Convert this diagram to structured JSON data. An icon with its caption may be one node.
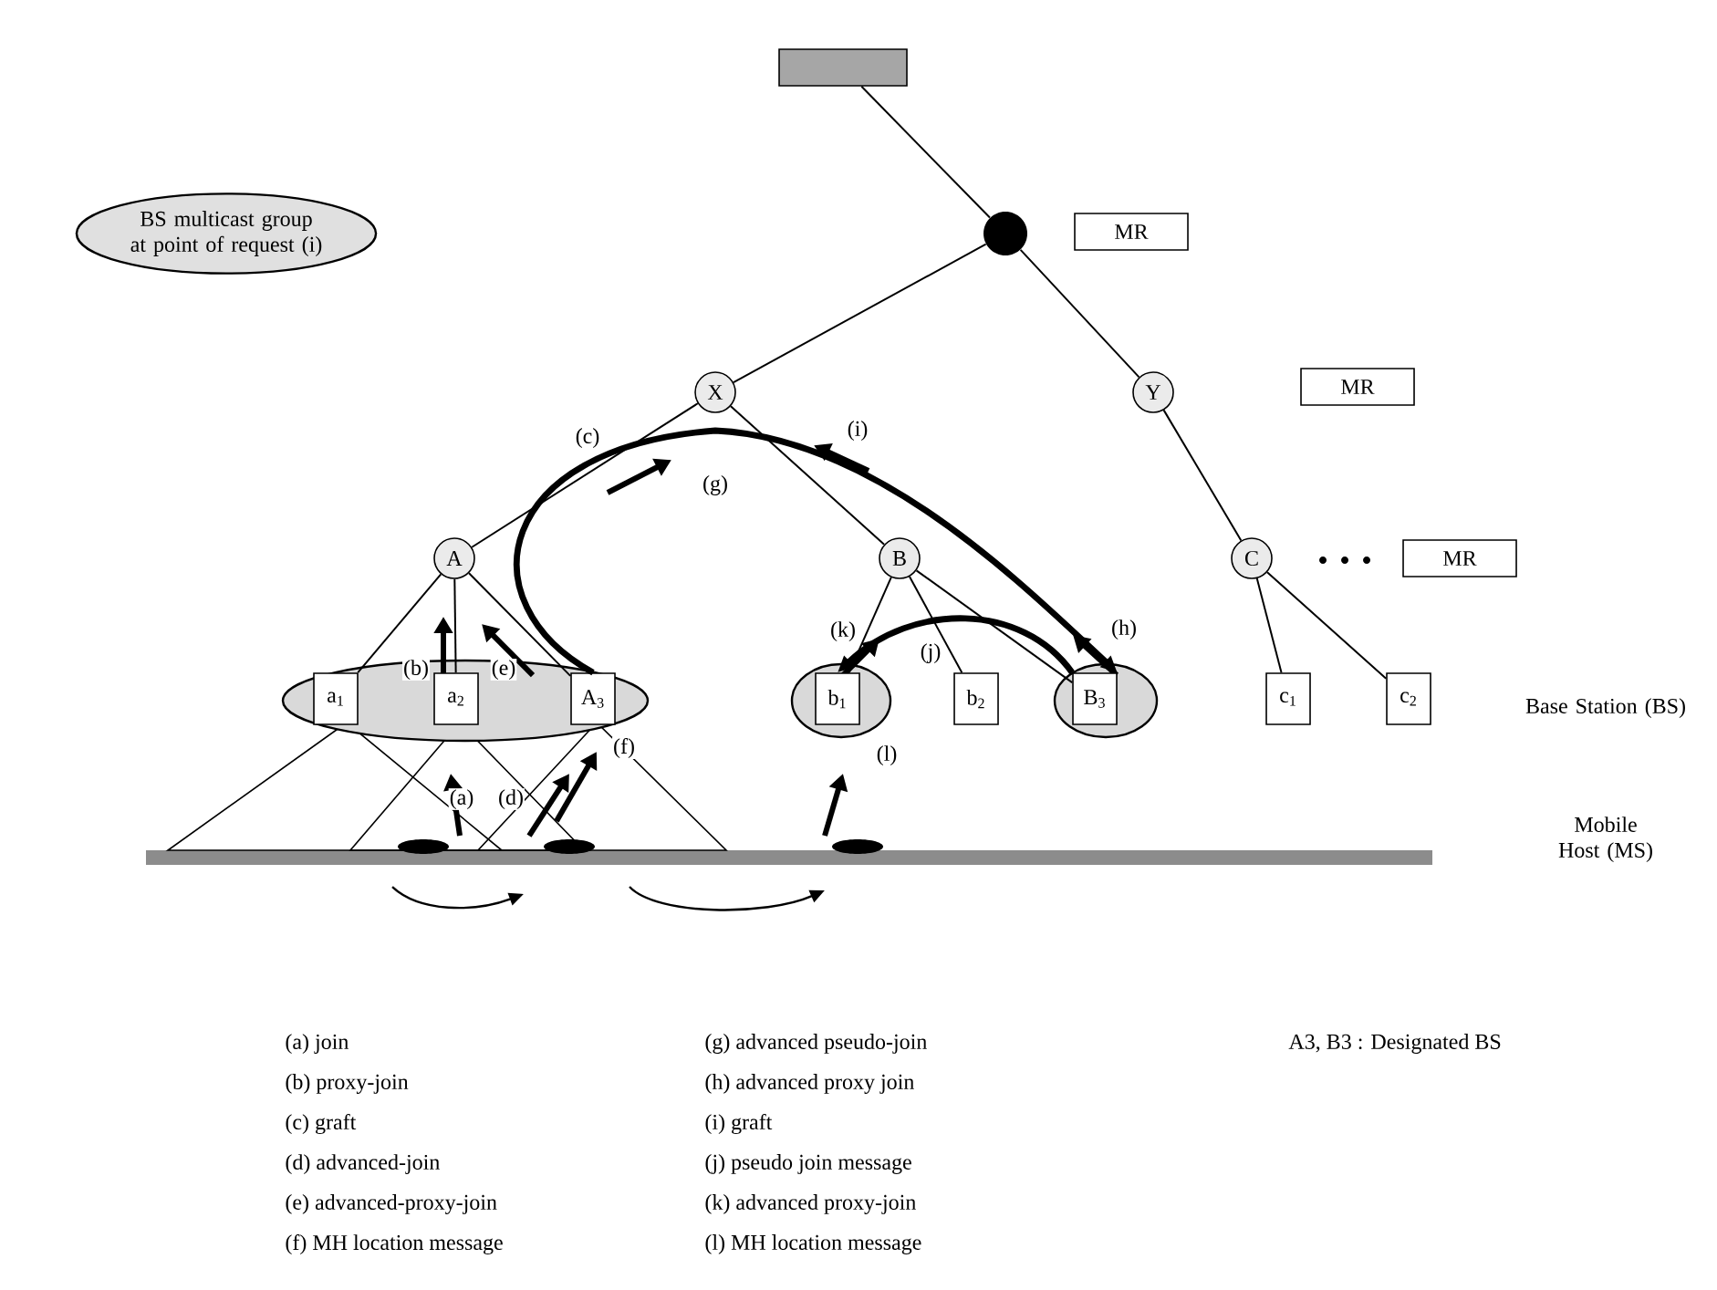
{
  "diagram": {
    "nodes": [
      {
        "text": [],
        "shape": "box"
      },
      {
        "text": [
          "BS multicast group at point of request (i)"
        ]
      },
      {
        "text": [],
        "shape": "circle"
      },
      {
        "text": [
          "MR"
        ]
      },
      {
        "text": [
          "X"
        ]
      },
      {
        "text": [
          "Y"
        ]
      },
      {
        "text": [
          "MR"
        ]
      },
      {
        "text": [
          "A"
        ]
      },
      {
        "text": [
          "B"
        ]
      },
      {
        "text": [
          "C"
        ]
      },
      {
        "text": [
          "MR"
        ]
      },
      {
        "text": [
          "a$_{1}$"
        ]
      },
      {
        "text": [
          "a$_{2}$"
        ]
      },
      {
        "text": [
          "A$_{3}$"
        ]
      },
      {
        "text": [
          "b$_{1}$"
        ]
      },
      {
        "text": [
          "b$_{2}$"
        ]
      },
      {
        "text": [
          "B$_{3}$"
        ]
      },
      {
        "text": [
          "c$_{1}$"
        ]
      },
      {
        "text": [
          "c$_{2}$"
        ]
      }
    ],
    "edges": [
      {
        "from": 0,
        "to": 2,
        "arrow": "none"
      },
      {
        "from": 2,
        "to": 4,
        "arrow": "none"
      },
      {
        "from": 2,
        "to": 5,
        "arrow": "none"
      },
      {
        "from": 4,
        "to": 7,
        "arrow": "none"
      },
      {
        "from": 4,
        "to": 8,
        "arrow": "none"
      },
      {
        "from": 5,
        "to": 9,
        "arrow": "none"
      },
      {
        "from": 7,
        "to": 11,
        "arrow": "none"
      },
      {
        "from": 7,
        "to": 12,
        "arrow": "none"
      },
      {
        "from": 7,
        "to": 13,
        "arrow": "none"
      },
      {
        "from": 8,
        "to": 14,
        "arrow": "none"
      },
      {
        "from": 8,
        "to": 15,
        "arrow": "none"
      },
      {
        "from": 8,
        "to": 16,
        "arrow": "none"
      },
      {
        "from": 9,
        "to": 17,
        "arrow": "none"
      },
      {
        "from": 9,
        "to": 18,
        "arrow": "none"
      },
      {
        "from": 13,
        "to": 16,
        "arrow": "to",
        "label": "(g)",
        "style": "thick"
      },
      {
        "from": 16,
        "to": 14,
        "arrow": "to",
        "label": "(j)",
        "style": "thick"
      }
    ],
    "labels": [
      "(c)",
      "(i)",
      "(b)",
      "(e)",
      "(k)",
      "(h)",
      "(a)",
      "(d)",
      "(f)",
      "(l)",
      "Base Station (BS)",
      "Mobile Host (MS)",
      "(a) join",
      "(b) proxy-join",
      "(c) graft",
      "(d) advanced-join",
      "(e) advanced-proxy-join",
      "(f) MH location message",
      "(g) advanced pseudo-join",
      "(h) advanced proxy join",
      "(i) graft",
      "(j) pseudo join message",
      "(k) advanced proxy-join",
      "(l) MH location message",
      "A3, B3 : Designated BS"
    ]
  }
}
